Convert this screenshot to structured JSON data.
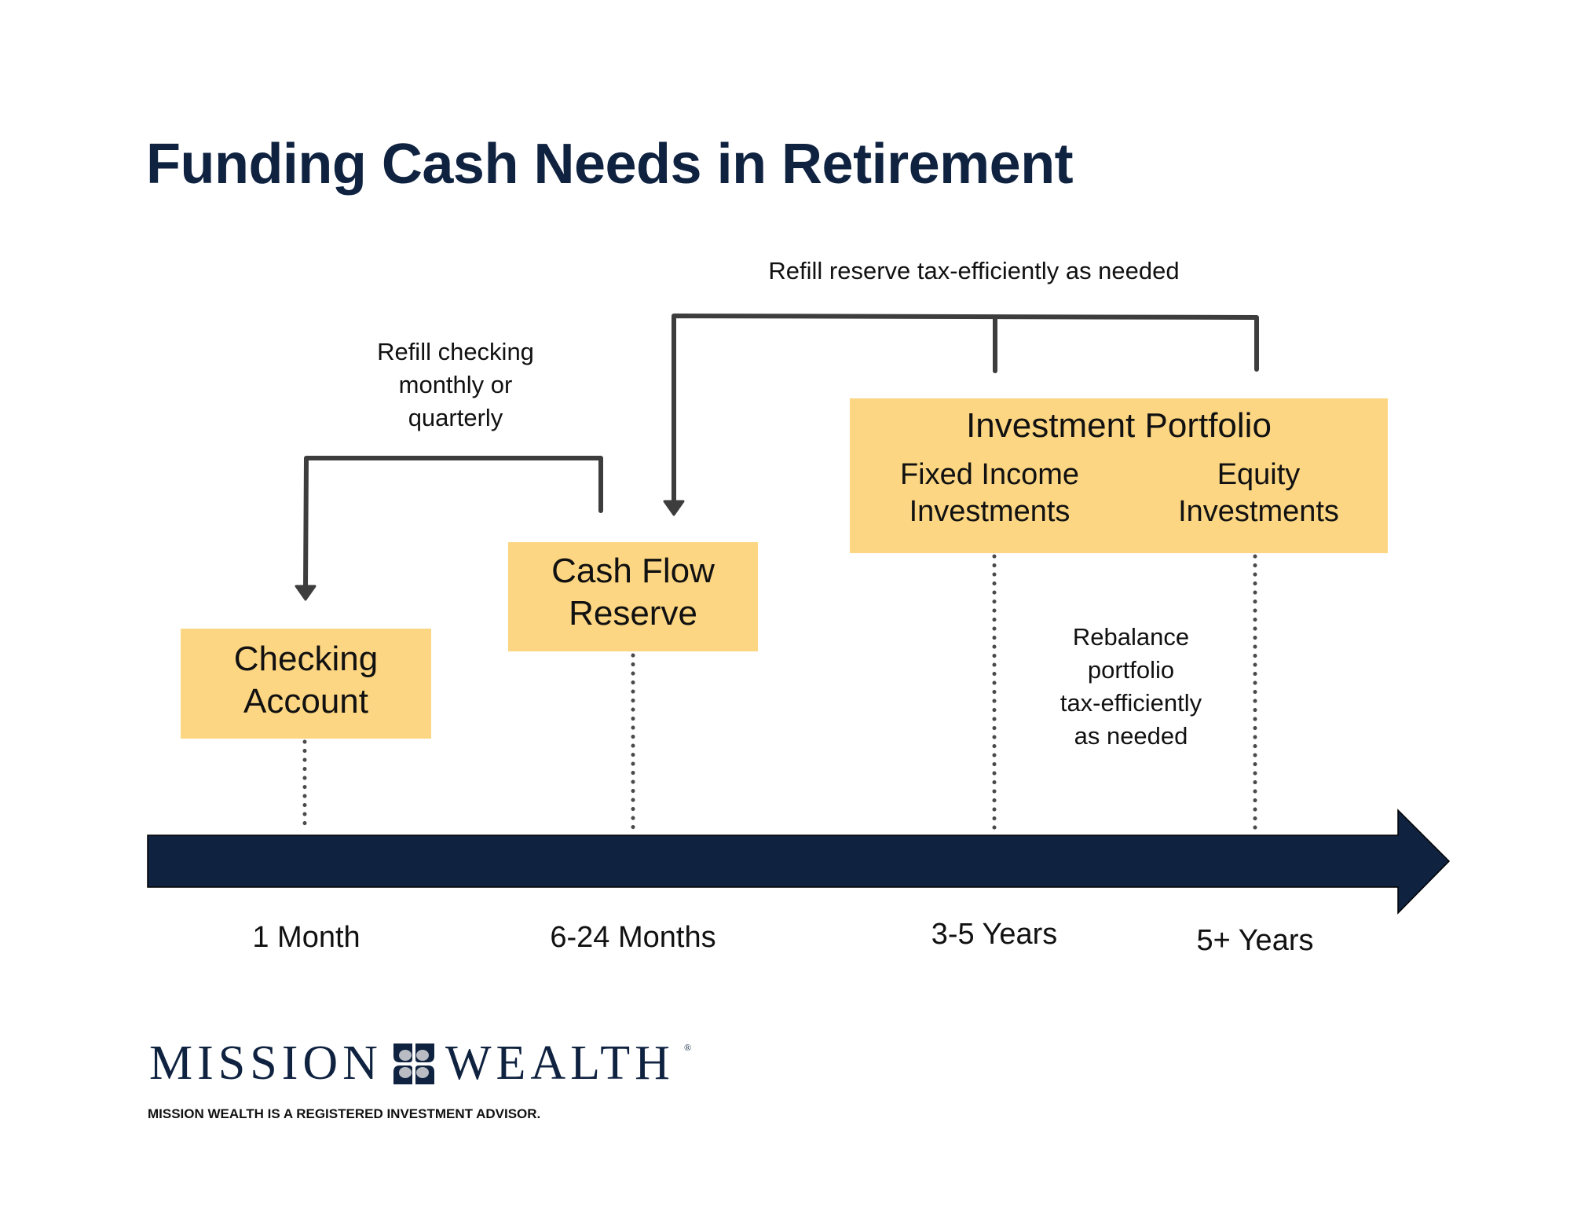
{
  "title": "Funding Cash Needs in Retirement",
  "colors": {
    "title": "#0f2240",
    "box_fill": "#fcd682",
    "timeline": "#0f2240",
    "connector": "#3d3d3d",
    "dotted": "#4a4a4a"
  },
  "boxes": {
    "checking": {
      "line1": "Checking",
      "line2": "Account"
    },
    "reserve": {
      "line1": "Cash Flow",
      "line2": "Reserve"
    },
    "portfolio": {
      "title": "Investment Portfolio",
      "fixed_income": {
        "line1": "Fixed Income",
        "line2": "Investments"
      },
      "equity": {
        "line1": "Equity",
        "line2": "Investments"
      }
    }
  },
  "annotations": {
    "refill_reserve": "Refill reserve tax-efficiently as needed",
    "refill_checking": {
      "line1": "Refill checking",
      "line2": "monthly or",
      "line3": "quarterly"
    },
    "rebalance": {
      "line1": "Rebalance",
      "line2": "portfolio",
      "line3": "tax-efficiently",
      "line4": "as needed"
    }
  },
  "timeline": {
    "labels": [
      "1 Month",
      "6-24 Months",
      "3-5 Years",
      "5+ Years"
    ]
  },
  "footer": {
    "logo_left": "MISSION",
    "logo_right": "WEALTH",
    "registered_mark": "®",
    "logo_icon": "four-petal-flower-icon",
    "disclaimer": "MISSION WEALTH IS A REGISTERED INVESTMENT ADVISOR."
  }
}
